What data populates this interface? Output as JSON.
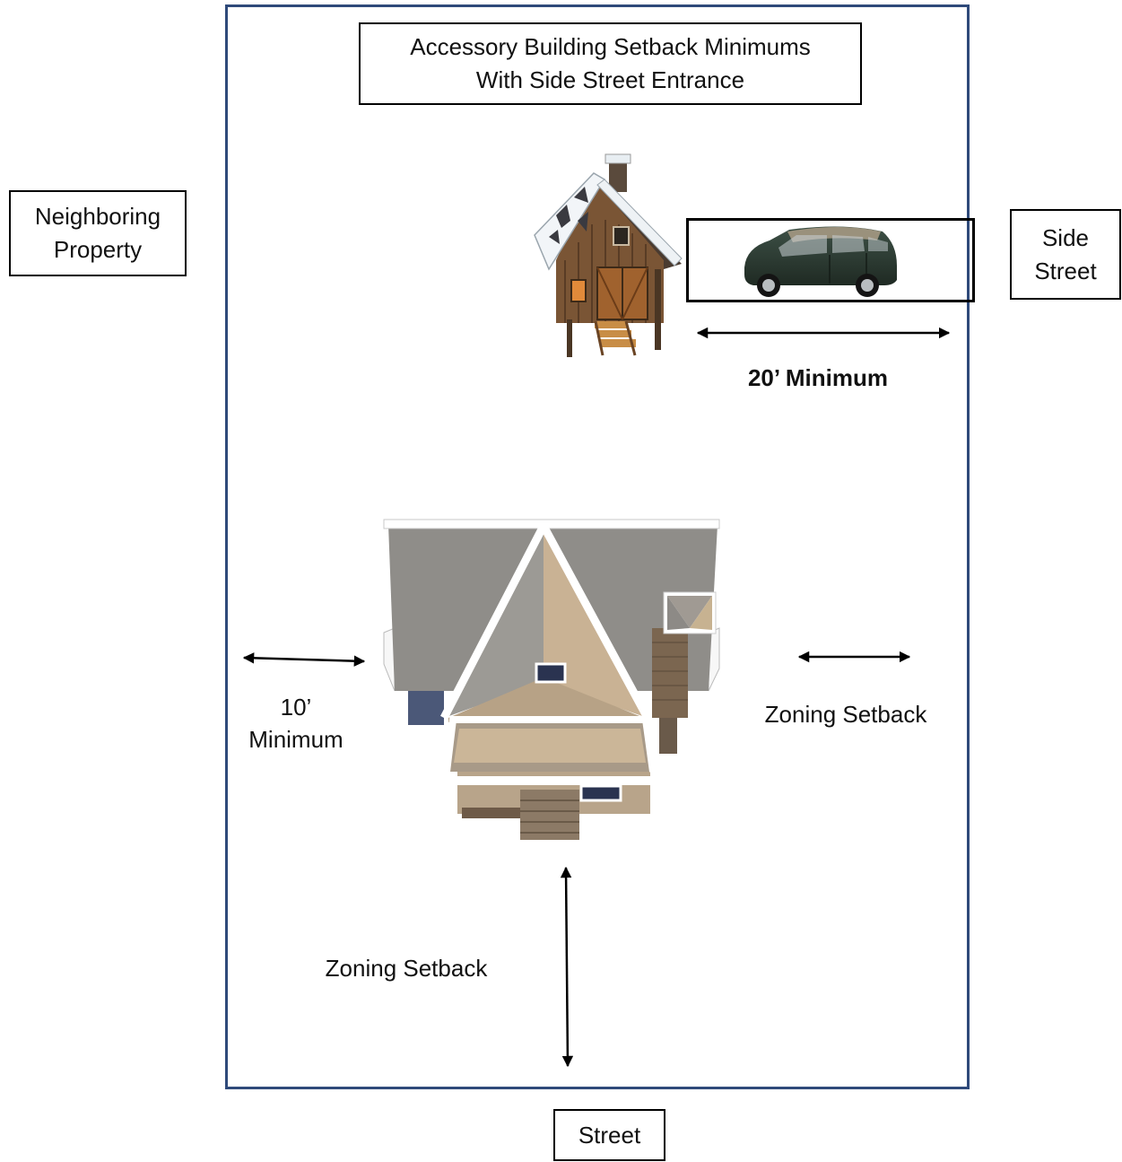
{
  "title": {
    "line1": "Accessory Building Setback Minimums",
    "line2": "With Side Street Entrance"
  },
  "labels": {
    "neighboring_property_line1": "Neighboring",
    "neighboring_property_line2": "Property",
    "side_street_line1": "Side",
    "side_street_line2": "Street",
    "street": "Street",
    "min_20": "20’ Minimum",
    "min_10_line1": "10’",
    "min_10_line2": "Minimum",
    "zoning_setback_right": "Zoning Setback",
    "zoning_setback_bottom": "Zoning Setback"
  },
  "colors": {
    "lot_border": "#2f4a7a",
    "roof_gray": "#8f8d89",
    "roof_tan": "#c9b294",
    "trim": "#ffffff",
    "chimney": "#6e5a45",
    "cabin_wood": "#6b4a2e",
    "car_body": "#2e3e33"
  },
  "icons": {
    "accessory_building": "snow-cabin-icon",
    "vehicle": "car-icon",
    "main_house": "house-roof-topview-icon"
  }
}
